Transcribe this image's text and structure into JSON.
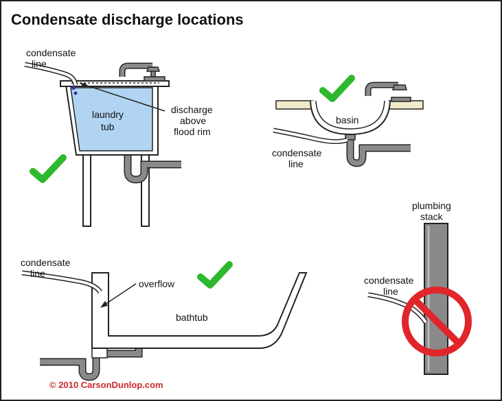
{
  "title": "Condensate discharge locations",
  "copyright": "© 2010 CarsonDunlop.com",
  "colors": {
    "check": "#2eb82e",
    "water": "#b0d4f1",
    "pipe_gray": "#8a8a8a",
    "no_sign": "#e0262a",
    "counter": "#f2ebc9",
    "copyright": "#cc2a2a",
    "frame": "#222222"
  },
  "laundry": {
    "tub_label": [
      "laundry",
      "tub"
    ],
    "line_label": [
      "condensate",
      "line"
    ],
    "discharge_label": [
      "discharge",
      "above",
      "flood rim"
    ]
  },
  "basin": {
    "basin_label": "basin",
    "line_label": [
      "condensate",
      "line"
    ]
  },
  "bathtub": {
    "tub_label": "bathtub",
    "overflow_label": "overflow",
    "line_label": [
      "condensate",
      "line"
    ]
  },
  "stack": {
    "stack_label": [
      "plumbing",
      "stack"
    ],
    "line_label": [
      "condensate",
      "line"
    ]
  },
  "icons": [
    "check-icon",
    "no-sign-icon",
    "faucet-icon",
    "drain-trap-icon"
  ]
}
